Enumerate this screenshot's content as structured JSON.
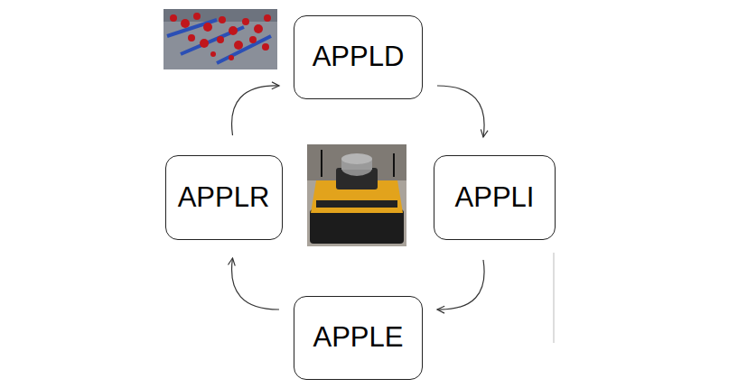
{
  "diagram": {
    "nodes": [
      {
        "text": [
          "APPLD"
        ]
      },
      {
        "text": [
          "APPLI"
        ]
      },
      {
        "text": [
          "APPLE"
        ]
      },
      {
        "text": [
          "APPLR"
        ]
      }
    ],
    "edges": [
      {
        "from": 0,
        "to": 1,
        "arrow": "to"
      },
      {
        "from": 1,
        "to": 2,
        "arrow": "to"
      },
      {
        "from": 2,
        "to": 3,
        "arrow": "to"
      },
      {
        "from": 3,
        "to": 0,
        "arrow": "to"
      }
    ]
  }
}
